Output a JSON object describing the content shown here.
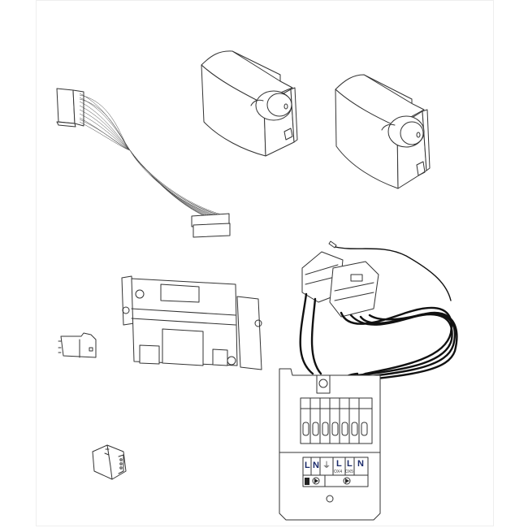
{
  "diagram": {
    "type": "exploded parts illustration",
    "background": "#ffffff",
    "line_color": "#333333",
    "label_color": "#1a2a6a",
    "parts": [
      {
        "id": "ribbon-cable",
        "description": "flat ribbon cable with connector at each end"
      },
      {
        "id": "actuator-1",
        "description": "motorised valve actuator head (left)"
      },
      {
        "id": "actuator-2",
        "description": "motorised valve actuator head (right)"
      },
      {
        "id": "control-module",
        "description": "electronic plug-in module with mounting brackets and screws"
      },
      {
        "id": "connector-small",
        "description": "small plug connector"
      },
      {
        "id": "connector-plug",
        "description": "small multi-pin plug"
      },
      {
        "id": "wiring-harness",
        "description": "wiring harness with two terminal plugs"
      },
      {
        "id": "terminal-box",
        "description": "junction box with terminal strip and labeled cover"
      }
    ],
    "terminal_labels": {
      "top_row": [
        "L",
        "N",
        "⏚",
        "L",
        "L",
        "N"
      ],
      "sub_labels": [
        "OX4",
        "OX5"
      ],
      "bottom_row": [
        "pump-symbol-1",
        "pump-symbol-2"
      ]
    }
  }
}
